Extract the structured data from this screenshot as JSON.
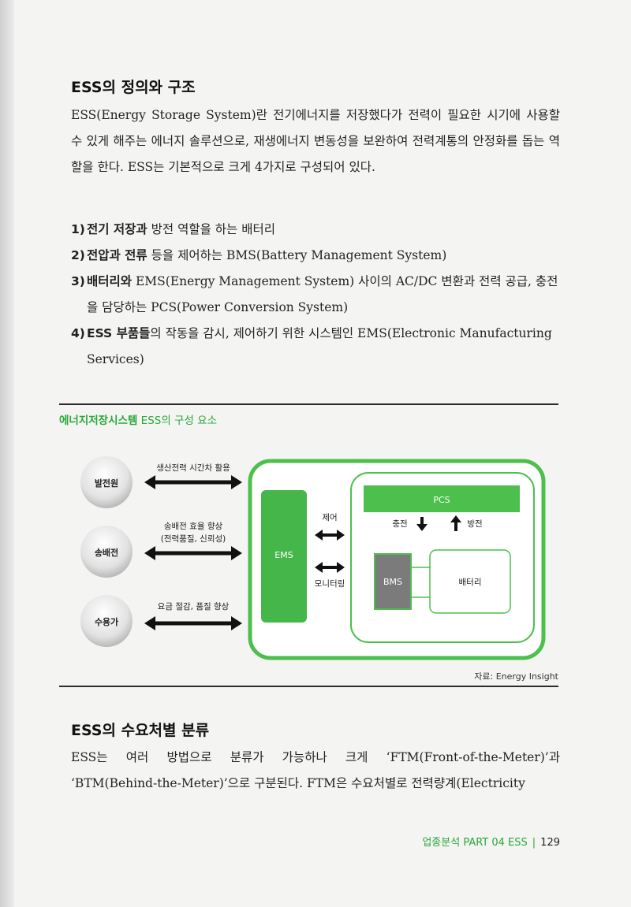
{
  "section1": {
    "title": "ESS의 정의와 구조",
    "para": "ESS(Energy Storage System)란 전기에너지를 저장했다가 전력이 필요한 시기에 사용할 수 있게 해주는 에너지 솔루션으로, 재생에너지 변동성을 보완하여 전력계통의 안정화를 돕는 역할을 한다. ESS는 기본적으로 크게 4가지로 구성되어 있다."
  },
  "list": [
    {
      "num": "1)",
      "bold": "전기 저장과",
      "rest": " 방전 역할을 하는 배터리"
    },
    {
      "num": "2)",
      "bold": "전압과 전류",
      "rest": " 등을 제어하는 BMS(Battery Management System)"
    },
    {
      "num": "3)",
      "bold": "배터리와",
      "rest": " EMS(Energy Management System) 사이의 AC/DC 변환과 전력 공급, 충전을 담당하는 PCS(Power Conversion System)"
    },
    {
      "num": "4)",
      "bold": "ESS 부품들",
      "rest": "의 작동을 감시, 제어하기 위한 시스템인 EMS(Electronic Manufacturing Services)"
    }
  ],
  "figure": {
    "title_bold": "에너지저장시스템",
    "title_rest": " ESS의 구성 요소",
    "nodes": {
      "gen": "발전원",
      "trans": "송배전",
      "consumer": "수용가",
      "ems": "EMS",
      "pcs": "PCS",
      "bms": "BMS",
      "battery": "배터리"
    },
    "arrow_labels": {
      "gen": "생산전력 시간차 활용",
      "trans_1": "송배전 효율 향상",
      "trans_2": "(전력품질, 신뢰성)",
      "consumer": "요금 절감, 품질 향상",
      "control": "제어",
      "monitor": "모니터링",
      "charge": "충전",
      "discharge": "방전"
    },
    "source": "자료: Energy Insight"
  },
  "section2": {
    "title": "ESS의 수요처별 분류",
    "para": "ESS는 여러 방법으로 분류가 가능하나 크게 ‘FTM(Front-of-the-Meter)’과 ‘BTM(Behind-the-Meter)’으로 구분된다. FTM은 수요처별로 전력량계(Electricity"
  },
  "footer": {
    "section": "업종분석 PART 04  ESS",
    "page": "129"
  },
  "colors": {
    "accent": "#2aa73a",
    "ems_green": "#45b74a",
    "pcs_green": "#4cbf4c",
    "bms_gray": "#7b7b7b"
  }
}
